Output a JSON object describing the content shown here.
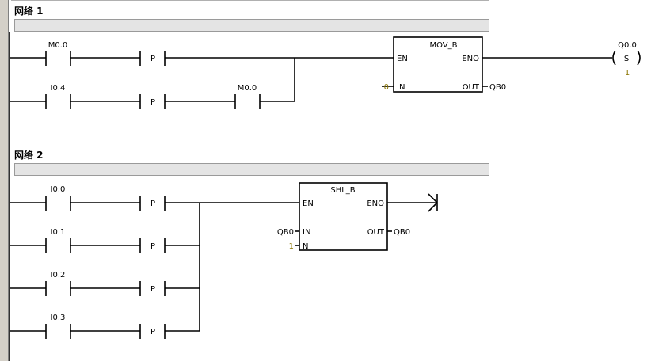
{
  "networks": [
    {
      "title": "网络 1",
      "rungs": [
        {
          "contact": "M0.0",
          "edge": "P"
        },
        {
          "contact": "I0.4",
          "edge": "P",
          "series_contact": "M0.0"
        }
      ],
      "block": {
        "name": "MOV_B",
        "en": "EN",
        "eno": "ENO",
        "in_label": "IN",
        "in_value": "0",
        "out_label": "OUT",
        "out_value": "QB0"
      },
      "coil": {
        "address": "Q0.0",
        "type": "S",
        "count": "1"
      }
    },
    {
      "title": "网络 2",
      "rungs": [
        {
          "contact": "I0.0",
          "edge": "P"
        },
        {
          "contact": "I0.1",
          "edge": "P"
        },
        {
          "contact": "I0.2",
          "edge": "P"
        },
        {
          "contact": "I0.3",
          "edge": "P"
        }
      ],
      "block": {
        "name": "SHL_B",
        "en": "EN",
        "eno": "ENO",
        "in_label": "IN",
        "in_value": "QB0",
        "out_label": "OUT",
        "out_value": "QB0",
        "n_label": "N",
        "n_value": "1"
      }
    }
  ],
  "colors": {
    "line": "#000000",
    "constant": "#8b7500",
    "gutter": "#d4d0c8",
    "comment": "#e4e4e4"
  }
}
